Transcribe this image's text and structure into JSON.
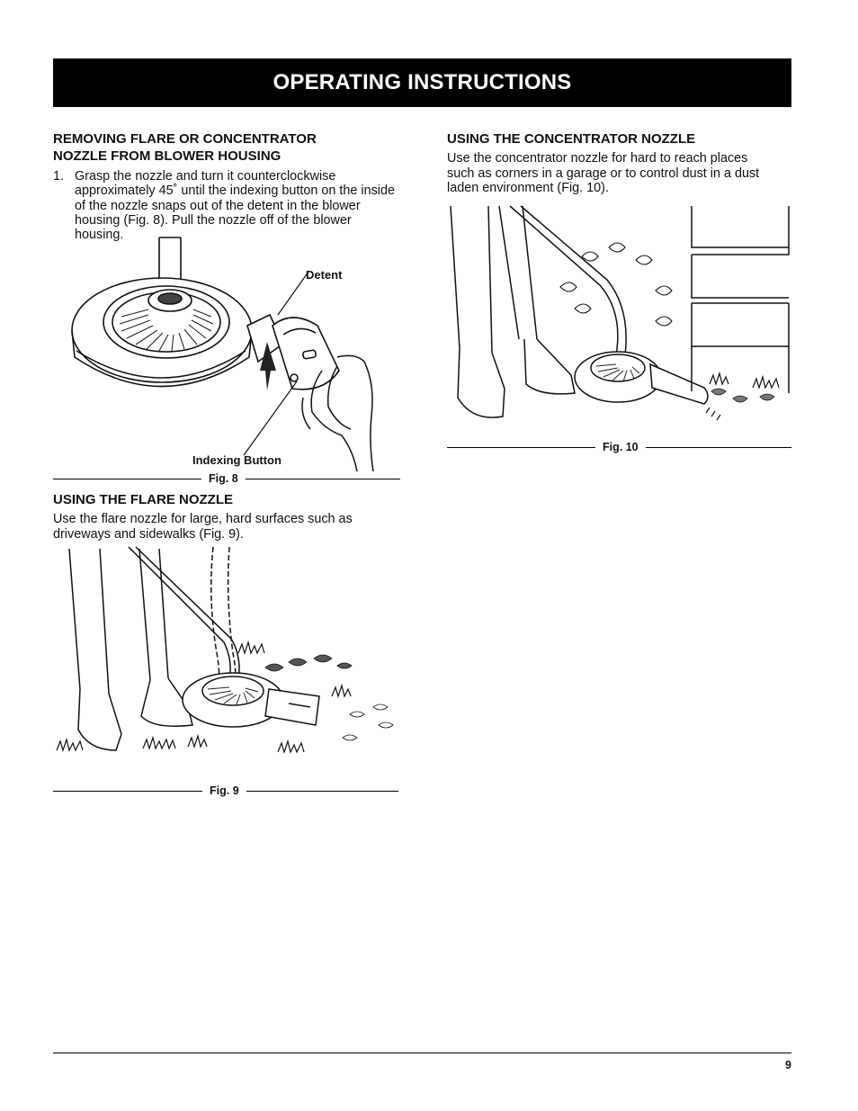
{
  "header": {
    "title": "OPERATING INSTRUCTIONS"
  },
  "left": {
    "removing": {
      "heading_line1": "REMOVING FLARE OR CONCENTRATOR",
      "heading_line2": "NOZZLE FROM BLOWER HOUSING",
      "step_number": "1.",
      "step_line1": "Grasp the nozzle and turn it counterclockwise",
      "step_line2": "approximately 45˚ until the indexing button on the inside",
      "step_line3": "of the nozzle snaps out of the detent in the blower",
      "step_line4": "housing (Fig. 8). Pull the nozzle off of the blower housing."
    },
    "fig8": {
      "detent_label": "Detent",
      "indexing_label": "Indexing Button",
      "caption": "Fig. 8"
    },
    "flare": {
      "heading": "USING THE FLARE NOZZLE",
      "body_line1": "Use the flare nozzle for large, hard surfaces such as",
      "body_line2": "driveways and sidewalks (Fig. 9)."
    },
    "fig9": {
      "caption": "Fig. 9"
    }
  },
  "right": {
    "concentrator": {
      "heading": "USING THE CONCENTRATOR NOZZLE",
      "body_line1": "Use the concentrator nozzle for hard to reach places",
      "body_line2": "such as corners in a garage or to control dust in a dust",
      "body_line3": "laden environment (Fig. 10)."
    },
    "fig10": {
      "caption": "Fig. 10"
    }
  },
  "footer": {
    "page_number": "9"
  }
}
